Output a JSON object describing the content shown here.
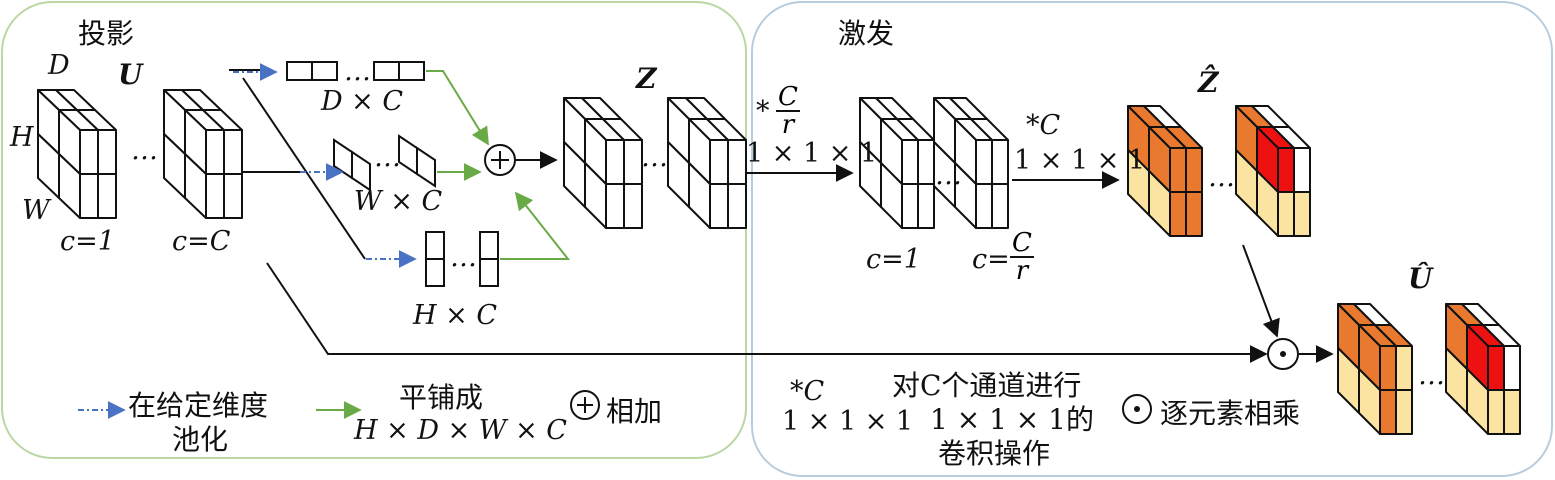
{
  "sections": {
    "projection": "投影",
    "excitation": "激发"
  },
  "input_cube": {
    "tensor": "U",
    "dim_d": "D",
    "dim_h": "H",
    "dim_w": "W",
    "first_channel": "c=1",
    "last_channel": "c=C"
  },
  "pooling_branches": {
    "dc": "D × C",
    "wc": "W × C",
    "hc": "H × C"
  },
  "z_label": "Z",
  "conv1": {
    "star": "*",
    "frac_num": "C",
    "frac_den": "r",
    "kernel": "1 × 1 × 1"
  },
  "excite_cube": {
    "first_channel": "c=1",
    "last_prefix": "c=",
    "frac_num": "C",
    "frac_den": "r"
  },
  "conv2": {
    "star": "*C",
    "kernel": "1 × 1 × 1"
  },
  "z_hat": "Ẑ",
  "u_hat": "Û",
  "ellipsis": "…",
  "legend": {
    "pool_text_1": "在给定维度",
    "pool_text_2": "池化",
    "tile_text": "平铺成",
    "tile_shape": "H × D × W × C",
    "add_text": "相加",
    "conv_star": "*C",
    "conv_kernel": "1 × 1 × 1",
    "conv_desc_1": "对C个通道进行",
    "conv_desc_2": "1 × 1 × 1的",
    "conv_desc_3": "卷积操作",
    "mult_text": "逐元素相乘"
  },
  "colors": {
    "projection_border": "#bcd7a4",
    "excitation_border": "#b6cde0",
    "pool_arrow": "#4a72c4",
    "tile_arrow": "#6aaa46",
    "cube_orange": "#e8792e",
    "cube_light": "#fbe3a1",
    "cube_red": "#ee1111"
  }
}
